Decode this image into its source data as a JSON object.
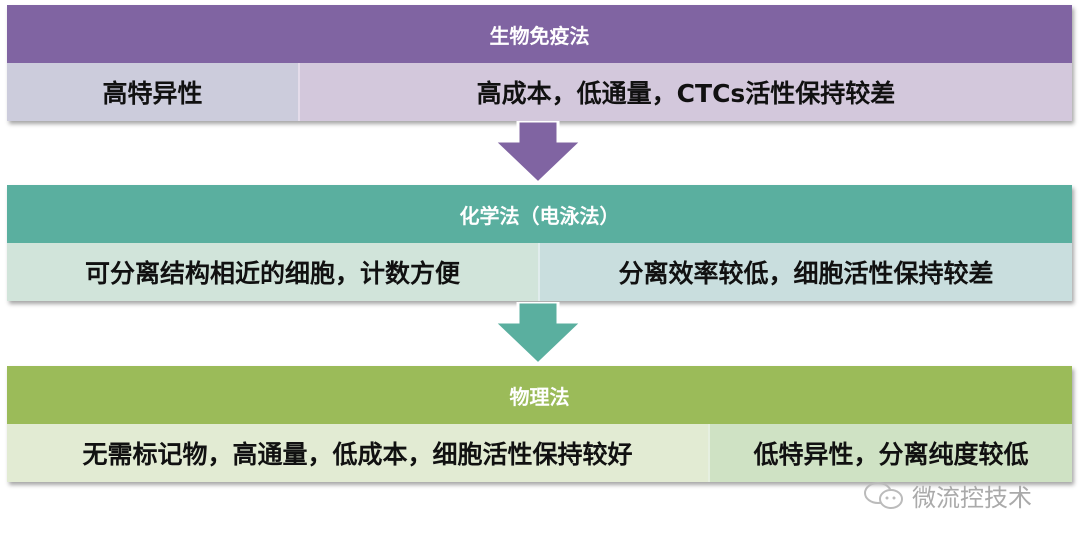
{
  "blocks": [
    {
      "title": "生物免疫法",
      "pro": "高特异性",
      "con": "高成本，低通量，CTCs活性保持较差",
      "color": "#8064a2"
    },
    {
      "title": "化学法（电泳法）",
      "pro": "可分离结构相近的细胞，计数方便",
      "con": "分离效率较低，细胞活性保持较差",
      "color": "#5aaf9f"
    },
    {
      "title": "物理法",
      "pro": "无需标记物，高通量，低成本，细胞活性保持较好",
      "con": "低特异性，分离纯度较低",
      "color": "#9bbb59"
    }
  ],
  "watermark": "微流控技术"
}
